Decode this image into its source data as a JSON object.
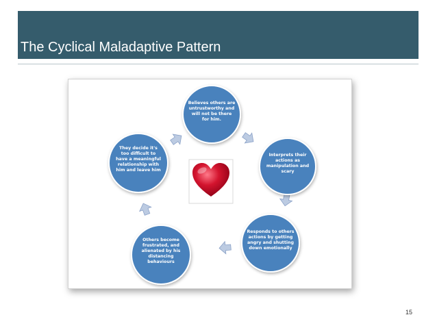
{
  "slide": {
    "title": "The Cyclical Maladaptive Pattern",
    "page_number": "15"
  },
  "diagram": {
    "nodes": [
      {
        "id": "believes",
        "lines": [
          "Believes others are",
          "untrustworthy and",
          "will not be there",
          "for him."
        ]
      },
      {
        "id": "interprets",
        "lines": [
          "Interprets their",
          "actions as",
          "manipulation and",
          "scary"
        ]
      },
      {
        "id": "responds",
        "lines": [
          "Responds to others",
          "actions by getting",
          "angry and shutting",
          "down emotionally"
        ]
      },
      {
        "id": "others",
        "lines": [
          "Others become",
          "frustrated, and",
          "alienated by his",
          "distancing",
          "behaviours"
        ]
      },
      {
        "id": "decide",
        "lines": [
          "They decide it's",
          "too difficult to",
          "have a meaningful",
          "relationship with",
          "him and leave him"
        ]
      }
    ],
    "colors": {
      "node_fill": "#4a82bd",
      "node_stroke": "#ffffff",
      "arrow_fill": "#bccbe2",
      "arrow_stroke": "#8aa1c7",
      "heart": "#c8102e"
    },
    "center_icon": "heart-icon"
  }
}
